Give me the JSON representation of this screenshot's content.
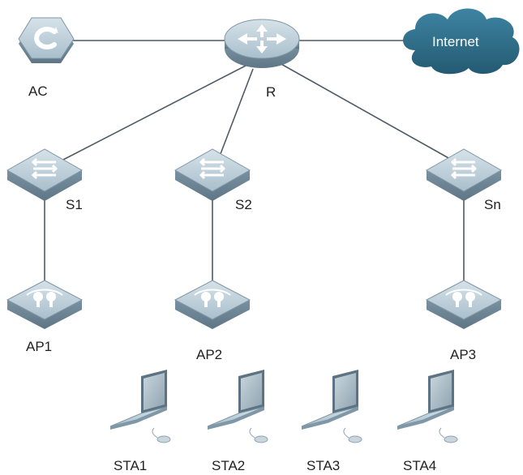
{
  "diagram": {
    "colors": {
      "link": "#4f5a64",
      "device_top": "#b9cbd6",
      "device_side": "#7f97a6",
      "device_dark": "#5d7383",
      "cloud": "#2f6f8a",
      "text": "#222222"
    },
    "nodes": {
      "ac": {
        "label": "AC",
        "icon": "controller-icon"
      },
      "router": {
        "label": "R",
        "icon": "router-icon"
      },
      "internet": {
        "label": "Internet",
        "icon": "cloud-icon"
      },
      "s1": {
        "label": "S1",
        "icon": "switch-icon"
      },
      "s2": {
        "label": "S2",
        "icon": "switch-icon"
      },
      "sn": {
        "label": "Sn",
        "icon": "switch-icon"
      },
      "ap1": {
        "label": "AP1",
        "icon": "access-point-icon"
      },
      "ap2": {
        "label": "AP2",
        "icon": "access-point-icon"
      },
      "ap3": {
        "label": "AP3",
        "icon": "access-point-icon"
      },
      "sta1": {
        "label": "STA1",
        "icon": "laptop-icon"
      },
      "sta2": {
        "label": "STA2",
        "icon": "laptop-icon"
      },
      "sta3": {
        "label": "STA3",
        "icon": "laptop-icon"
      },
      "sta4": {
        "label": "STA4",
        "icon": "laptop-icon"
      }
    },
    "links": [
      [
        "ac",
        "router"
      ],
      [
        "router",
        "internet"
      ],
      [
        "router",
        "s1"
      ],
      [
        "router",
        "s2"
      ],
      [
        "router",
        "sn"
      ],
      [
        "s1",
        "ap1"
      ],
      [
        "s2",
        "ap2"
      ],
      [
        "sn",
        "ap3"
      ]
    ]
  }
}
